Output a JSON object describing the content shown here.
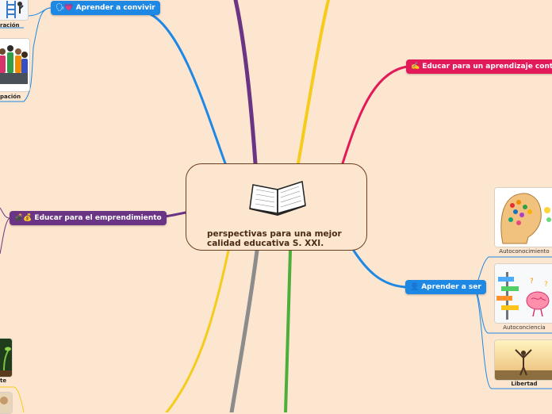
{
  "center": {
    "title": "perspectivas para una mejor calidad educativa S. XXI."
  },
  "branches": {
    "aprender_convivir": {
      "emoji": "🗣💗",
      "label": "Aprender a convivir",
      "color": "#1e88e5"
    },
    "educar_aprendizaje": {
      "emoji": "✍️",
      "label": "Educar para un aprendizaje continuo",
      "color": "#e31a5a"
    },
    "emprendimiento": {
      "emoji": "💣💰",
      "label": "Educar  para el emprendimiento",
      "color": "#6a3584"
    },
    "aprender_ser": {
      "emoji": "👤",
      "label": "Aprender a ser",
      "color": "#1e88e5"
    }
  },
  "captions": {
    "cooperacion": "ración",
    "participacion": "pación",
    "autoconocimiento": "Autoconocimiento",
    "autoconciencia": "Autoconciencia",
    "libertad": "Libertad",
    "left_bottom": "te"
  },
  "colors": {
    "background": "#fde6cf",
    "purple": "#6a3584",
    "yellow": "#f5cc1b",
    "red": "#e31a5a",
    "blue": "#1e88e5",
    "gray": "#8c8c8c",
    "green": "#4caf3a"
  }
}
